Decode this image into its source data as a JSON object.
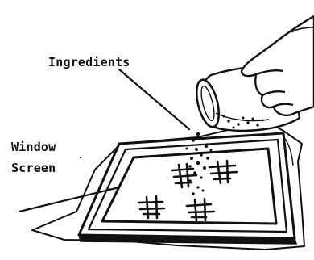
{
  "labels": {
    "ingredients": "Ingredients",
    "window": "Window",
    "screen": "Screen"
  }
}
